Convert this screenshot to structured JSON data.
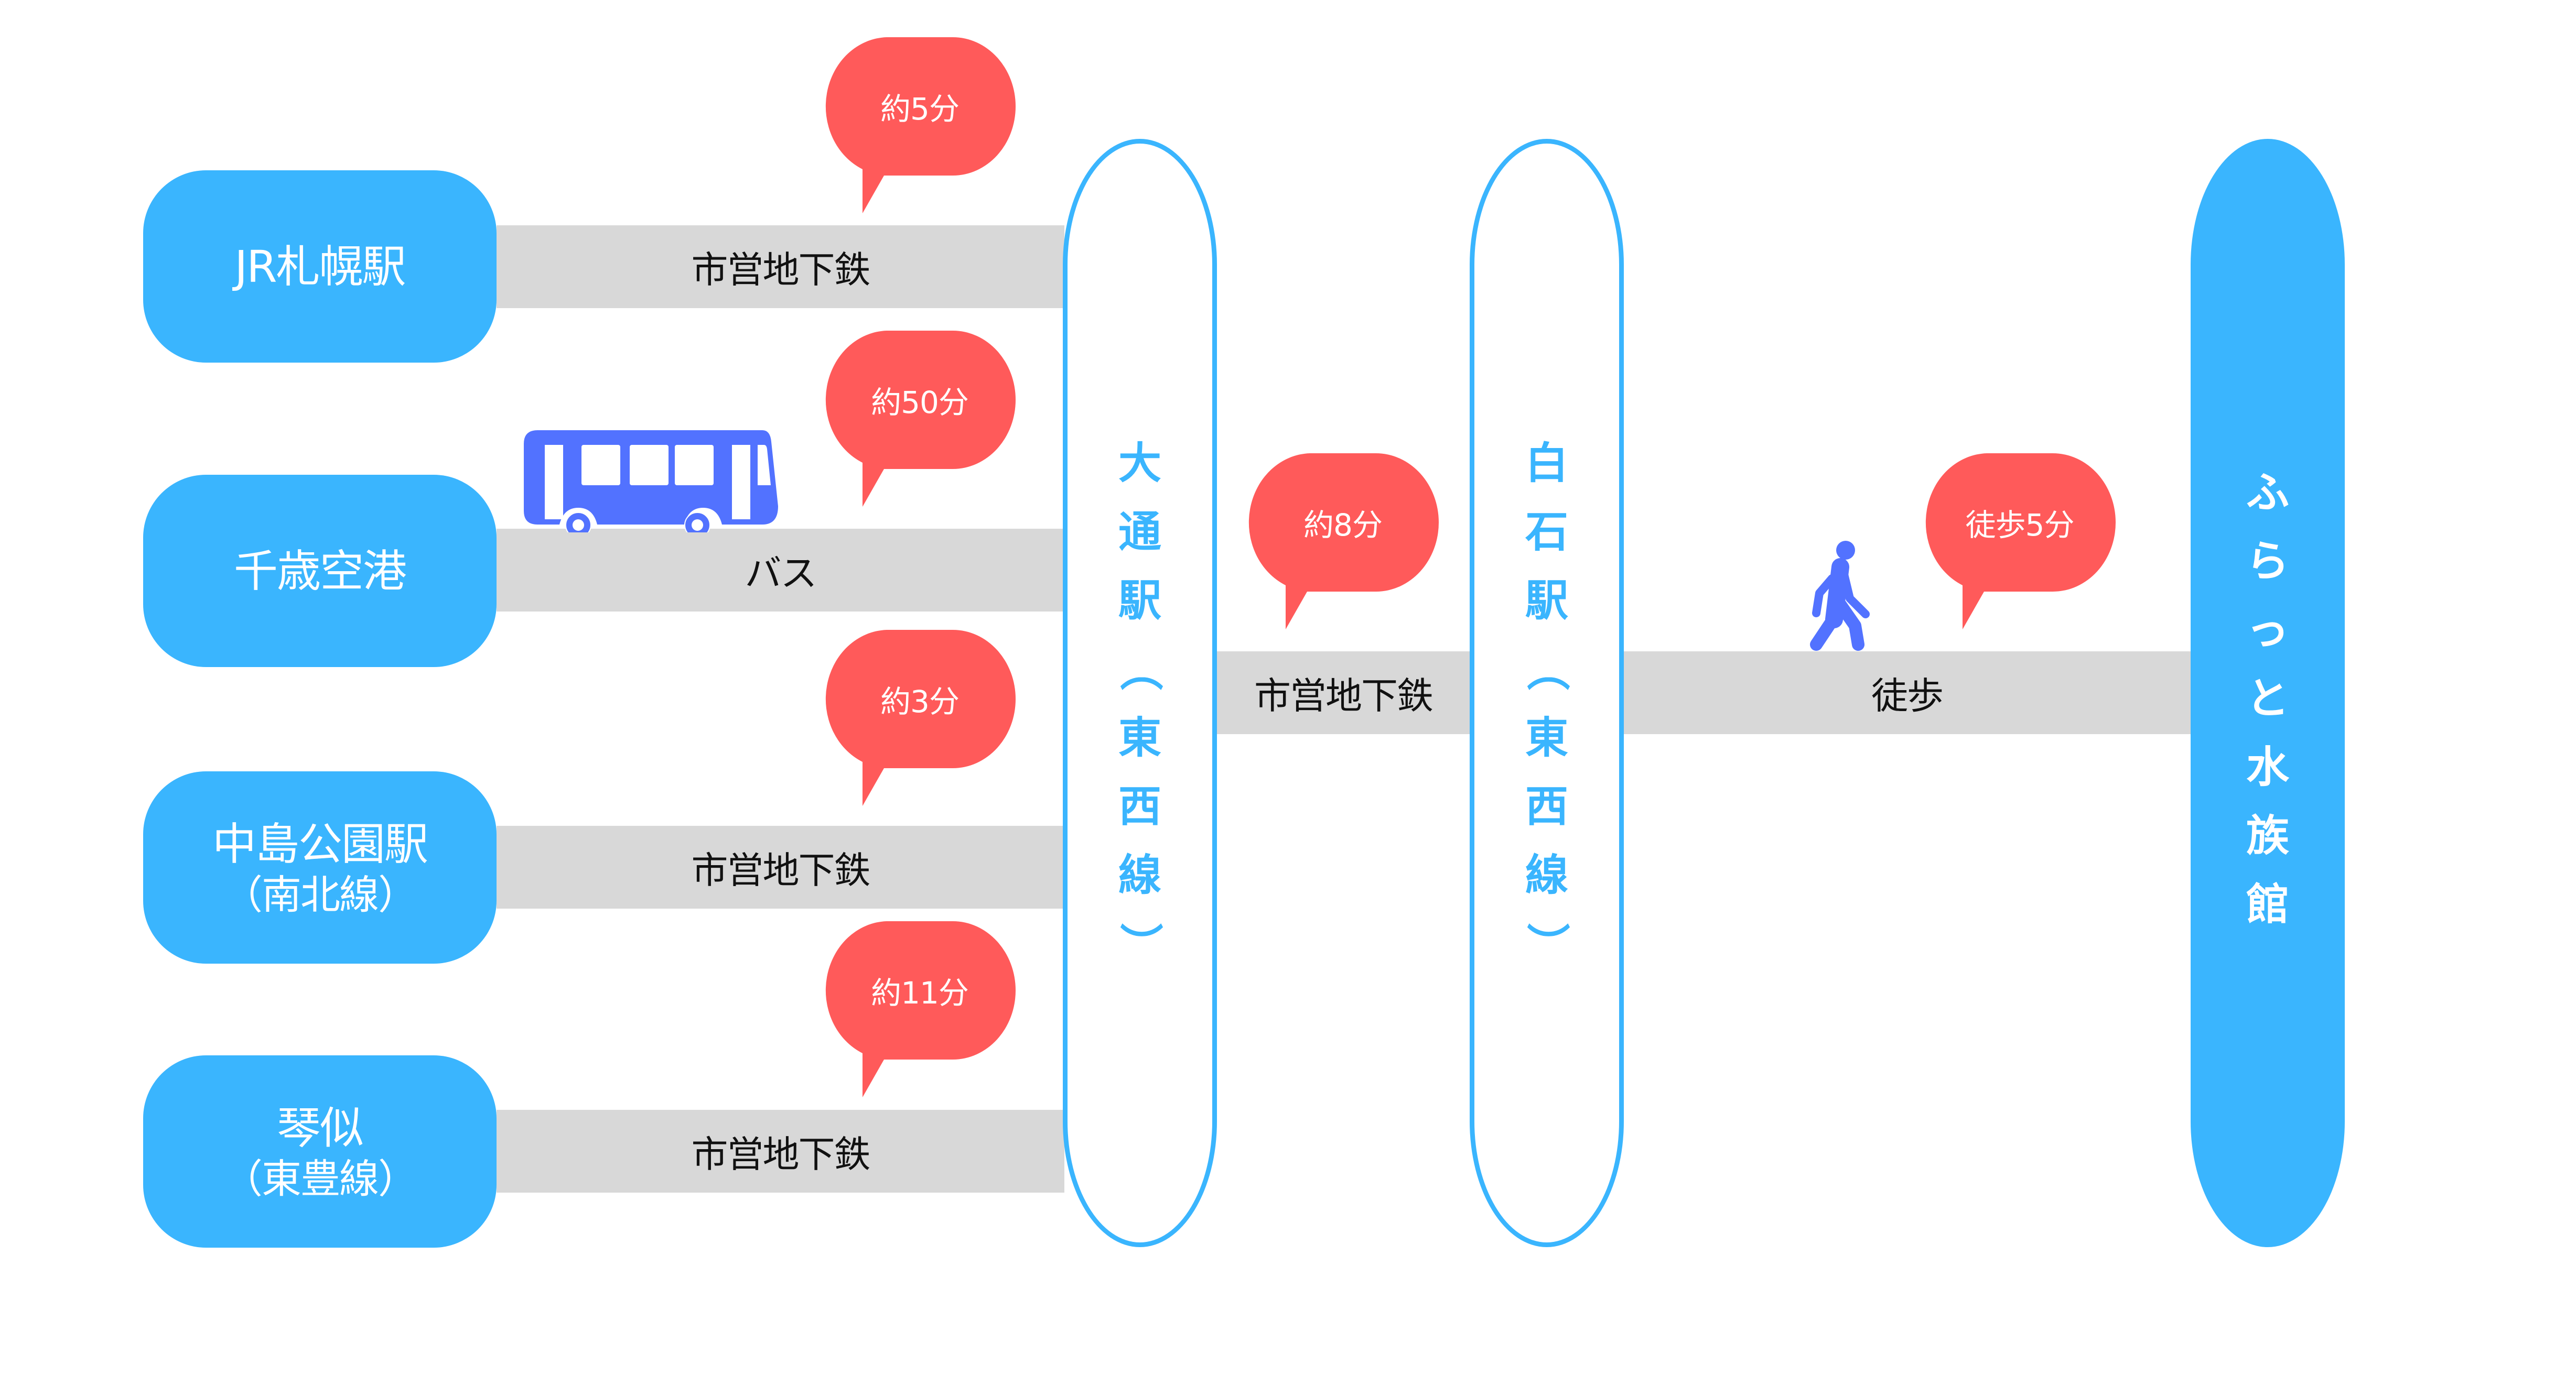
{
  "diagram_title": "",
  "colors": {
    "station_blue": "#3ab5fe",
    "time_red": "#ff5a5a",
    "route_grey": "#d8d8d8",
    "icon_blue": "#5272ff"
  },
  "origins": [
    {
      "name": "JR札幌駅",
      "line": ""
    },
    {
      "name": "千歳空港",
      "line": ""
    },
    {
      "name": "中島公園駅",
      "line": "（南北線）"
    },
    {
      "name": "琴似",
      "line": "（東豊線）"
    }
  ],
  "routes": [
    {
      "mode": "市営地下鉄",
      "time": "約5分"
    },
    {
      "mode": "バス",
      "time": "約50分",
      "icon": "bus-icon"
    },
    {
      "mode": "市営地下鉄",
      "time": "約3分"
    },
    {
      "mode": "市営地下鉄",
      "time": "約11分"
    }
  ],
  "transfer_station": {
    "chars": [
      "大",
      "通",
      "駅",
      "（",
      "東",
      "西",
      "線",
      "）"
    ]
  },
  "middle_route": {
    "mode": "市営地下鉄",
    "time": "約8分"
  },
  "final_station": {
    "chars": [
      "白",
      "石",
      "駅",
      "（",
      "東",
      "西",
      "線",
      "）"
    ]
  },
  "walk_route": {
    "mode": "徒歩",
    "time": "徒歩5分",
    "icon": "walking-person-icon"
  },
  "destination": {
    "chars": [
      "ふ",
      "ら",
      "っ",
      "と",
      "水",
      "族",
      "館"
    ]
  }
}
